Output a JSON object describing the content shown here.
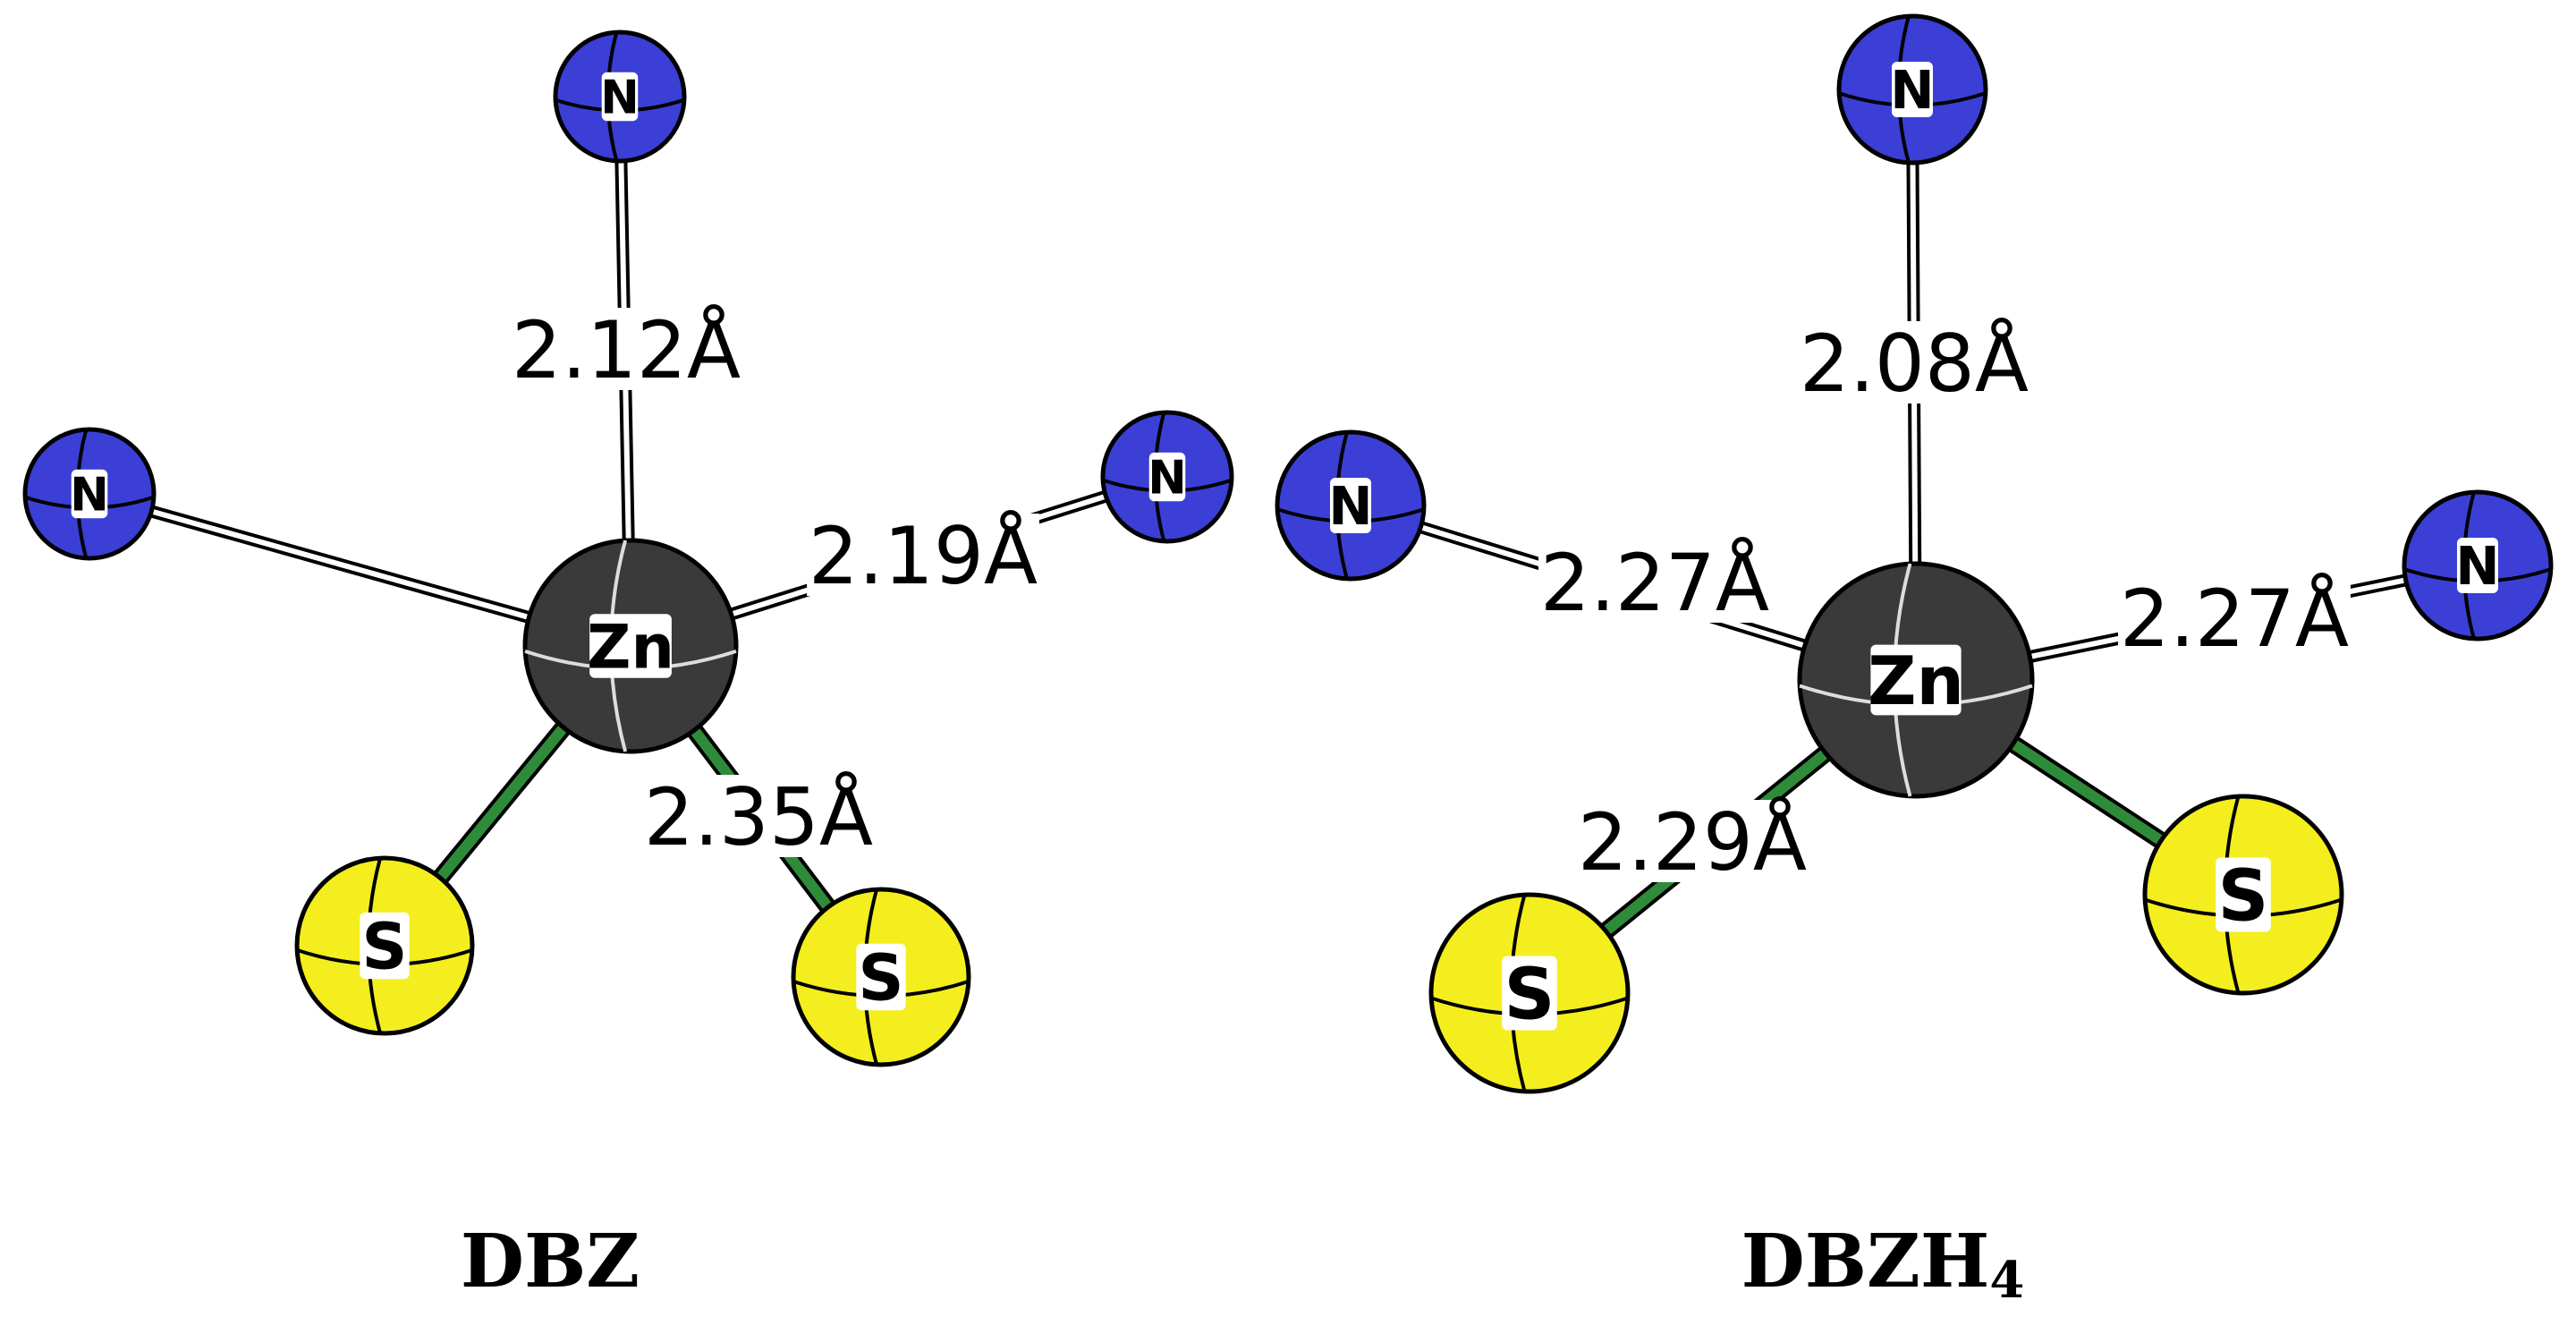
{
  "molecules": [
    {
      "caption": "DBZ",
      "atoms": [
        {
          "id": "zn",
          "label": "Zn",
          "type": "Zn"
        },
        {
          "id": "n_top",
          "label": "N",
          "type": "N"
        },
        {
          "id": "n_left",
          "label": "N",
          "type": "N"
        },
        {
          "id": "n_right",
          "label": "N",
          "type": "N"
        },
        {
          "id": "s_left",
          "label": "S",
          "type": "S"
        },
        {
          "id": "s_right",
          "label": "S",
          "type": "S"
        }
      ],
      "bonds": [
        {
          "from": "zn",
          "to": "n_top",
          "label": "2.12Å"
        },
        {
          "from": "zn",
          "to": "n_left",
          "label": ""
        },
        {
          "from": "zn",
          "to": "n_right",
          "label": "2.19Å"
        },
        {
          "from": "zn",
          "to": "s_left",
          "label": ""
        },
        {
          "from": "zn",
          "to": "s_right",
          "label": "2.35Å"
        }
      ]
    },
    {
      "caption": "DBZH",
      "caption_sub": "4",
      "atoms": [
        {
          "id": "zn",
          "label": "Zn",
          "type": "Zn"
        },
        {
          "id": "n_top",
          "label": "N",
          "type": "N"
        },
        {
          "id": "n_left",
          "label": "N",
          "type": "N"
        },
        {
          "id": "n_right",
          "label": "N",
          "type": "N"
        },
        {
          "id": "s_left",
          "label": "S",
          "type": "S"
        },
        {
          "id": "s_right",
          "label": "S",
          "type": "S"
        }
      ],
      "bonds": [
        {
          "from": "zn",
          "to": "n_top",
          "label": "2.08Å"
        },
        {
          "from": "zn",
          "to": "n_left",
          "label": "2.27Å"
        },
        {
          "from": "zn",
          "to": "n_right",
          "label": "2.27Å"
        },
        {
          "from": "zn",
          "to": "s_left",
          "label": "2.29Å"
        },
        {
          "from": "zn",
          "to": "s_right",
          "label": ""
        }
      ]
    }
  ],
  "colors": {
    "N": "#3b3fd6",
    "S": "#f5ee1e",
    "Zn": "#3a3a3a",
    "bond_to_N": "#ffffff",
    "bond_to_S": "#2e8b3a"
  }
}
